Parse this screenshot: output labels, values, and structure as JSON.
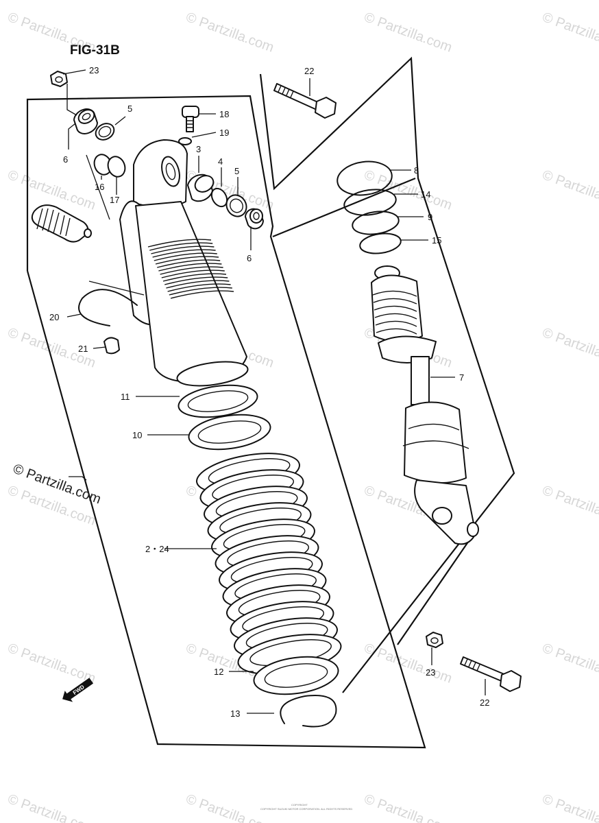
{
  "figure": {
    "title": "FIG-31B"
  },
  "watermark": {
    "text": "© Partzilla.com",
    "side_text": "© Partzilla.com"
  },
  "fwd_label": "FWD",
  "footer": {
    "line1": "COPYRIGHT",
    "line2": "COPYRIGHT SUZUKI MOTOR CORPORATION. ALL RIGHTS RESERVED"
  },
  "callouts": {
    "c23a": "23",
    "c22a": "22",
    "c5a": "5",
    "c18": "18",
    "c19": "19",
    "c6a": "6",
    "c3": "3",
    "c4": "4",
    "c5b": "5",
    "c16": "16",
    "c17": "17",
    "c8": "8",
    "c14": "14",
    "c9": "9",
    "c15": "15",
    "c6b": "6",
    "c20": "20",
    "c21": "21",
    "c7": "7",
    "c11": "11",
    "c10": "10",
    "c224": "2・24",
    "c12": "12",
    "c13": "13",
    "c23b": "23",
    "c22b": "22"
  }
}
